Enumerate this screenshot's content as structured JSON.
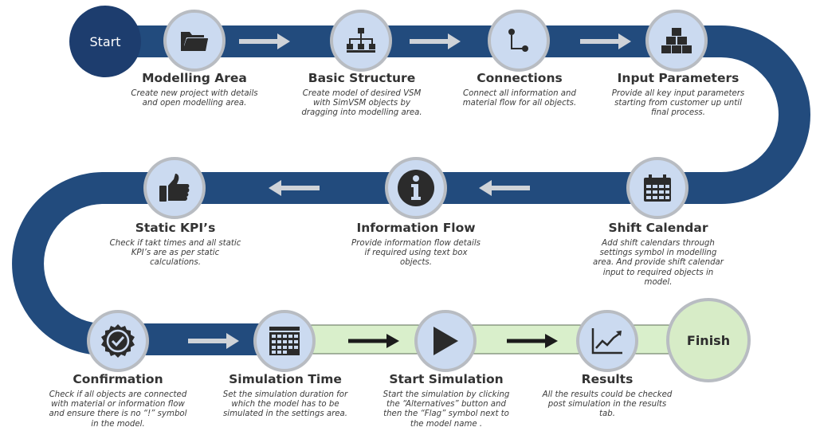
{
  "start": {
    "label": "Start",
    "color": "#1d3d6e"
  },
  "finish": {
    "label": "Finish",
    "color": "#d7ecc7",
    "border": "#b8bcc2"
  },
  "colors": {
    "track": "#224b7d",
    "track_light": "#d9efcb",
    "node_fill": "#cbdaf0",
    "node_border": "#b8bcc2",
    "arrow_light": "#cfd3d8",
    "arrow_dark": "#1b1b1b",
    "icon": "#2b2b2b"
  },
  "steps": [
    {
      "id": "modelling-area",
      "icon": "folder-icon",
      "title": "Modelling Area",
      "desc": [
        "Create new project with details",
        "and open modelling area."
      ]
    },
    {
      "id": "basic-structure",
      "icon": "sitemap-icon",
      "title": "Basic Structure",
      "desc": [
        "Create model of desired VSM",
        "with SimVSM objects by",
        "dragging into modelling area."
      ]
    },
    {
      "id": "connections",
      "icon": "connection-icon",
      "title": "Connections",
      "desc": [
        "Connect all information and",
        "material flow for all objects."
      ]
    },
    {
      "id": "input-parameters",
      "icon": "boxes-icon",
      "title": "Input Parameters",
      "desc": [
        "Provide all key input parameters",
        "starting from customer up until",
        "final process."
      ]
    },
    {
      "id": "shift-calendar",
      "icon": "calendar-icon",
      "title": "Shift Calendar",
      "desc": [
        "Add shift calendars through",
        "settings symbol in modelling",
        "area. And provide shift calendar",
        "input to required objects in",
        "model."
      ]
    },
    {
      "id": "information-flow",
      "icon": "info-icon",
      "title": "Information Flow",
      "desc": [
        "Provide information flow details",
        "if required using text box",
        "objects."
      ]
    },
    {
      "id": "static-kpis",
      "icon": "thumbs-up-icon",
      "title": "Static KPI’s",
      "desc": [
        "Check if takt times and all static",
        "KPI’s are as per static",
        "calculations."
      ]
    },
    {
      "id": "confirmation",
      "icon": "check-badge-icon",
      "title": "Confirmation",
      "desc": [
        "Check if all objects are connected",
        "with material or information flow",
        "and ensure there is no “!” symbol",
        "in the model."
      ]
    },
    {
      "id": "simulation-time",
      "icon": "calendar-grid-icon",
      "title": "Simulation Time",
      "desc": [
        "Set the simulation duration for",
        "which the model has to be",
        "simulated in the settings area."
      ]
    },
    {
      "id": "start-simulation",
      "icon": "play-icon",
      "title": "Start Simulation",
      "desc": [
        "Start the simulation by clicking",
        "the “Alternatives” button and",
        "then the “Flag” symbol next to",
        "the model name ."
      ]
    },
    {
      "id": "results",
      "icon": "chart-line-icon",
      "title": "Results",
      "desc": [
        "All the results could be checked",
        "post simulation in the results",
        "tab."
      ]
    }
  ]
}
